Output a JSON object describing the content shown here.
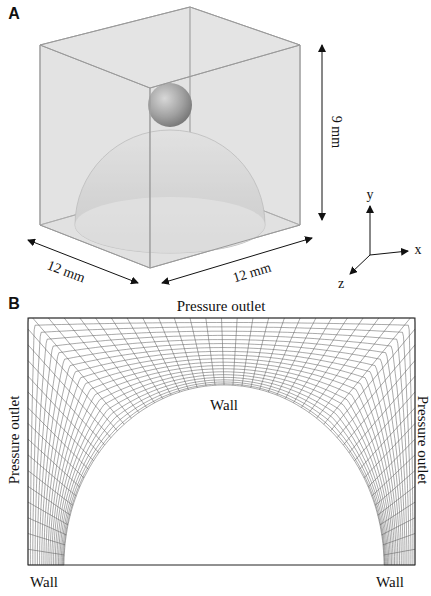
{
  "diagram": {
    "labels": [
      "A",
      "12 mm",
      "12 mm",
      "9 mm",
      "y",
      "x",
      "z",
      "B",
      "Pressure outlet",
      "Pressure outlet",
      "Pressure outlet",
      "Wall",
      "Wall",
      "Wall"
    ]
  }
}
